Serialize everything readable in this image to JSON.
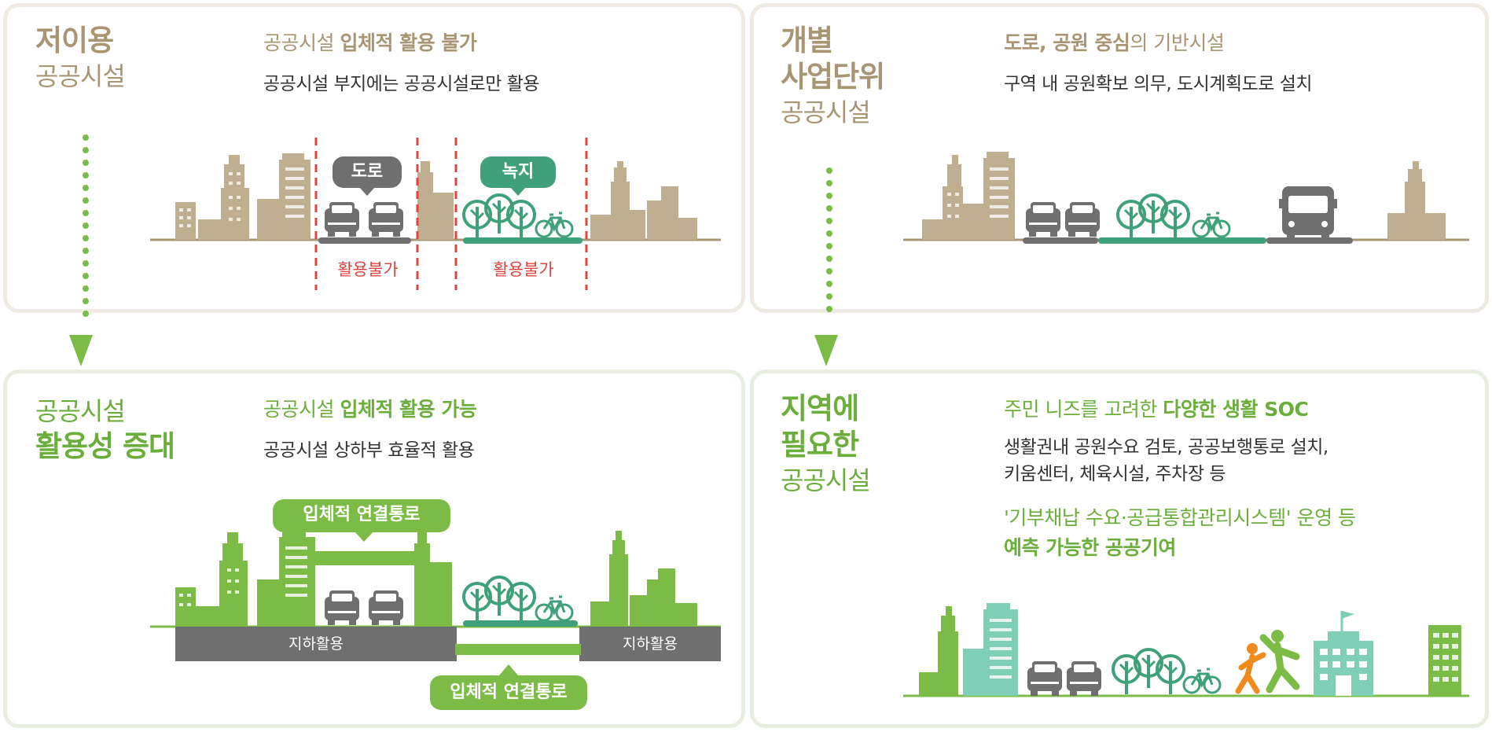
{
  "colors": {
    "tan": "#a89574",
    "tan_building": "#bfae8f",
    "green": "#6bae3c",
    "green_building": "#7dbb47",
    "teal": "#3fa07b",
    "gray": "#6f6f6f",
    "red": "#e0443e",
    "orange": "#f08a1c",
    "mint": "#7fcfb6",
    "panel_border_top": "#efebe4",
    "panel_border_bottom": "#e9efe0"
  },
  "panel1": {
    "title_main": "저이용",
    "title_sub": "공공시설",
    "heading_prefix": "공공시설 ",
    "heading_bold": "입체적 활용 불가",
    "body": "공공시설 부지에는 공공시설로만 활용",
    "bubble_road": "도로",
    "bubble_green": "녹지",
    "label_unusable_1": "활용불가",
    "label_unusable_2": "활용불가"
  },
  "panel2": {
    "title_line1": "개별",
    "title_line2": "사업단위",
    "title_sub": "공공시설",
    "heading_bold": "도로, 공원 중심",
    "heading_rest": "의 기반시설",
    "body": "구역 내 공원확보 의무, 도시계획도로 설치"
  },
  "panel3": {
    "title_sub": "공공시설",
    "title_main": "활용성 증대",
    "heading_prefix": "공공시설 ",
    "heading_bold": "입체적 활용 가능",
    "body": "공공시설 상하부 효율적 활용",
    "bridge_label_top": "입체적 연결통로",
    "bridge_label_bottom": "입체적 연결통로",
    "underground_left": "지하활용",
    "underground_right": "지하활용"
  },
  "panel4": {
    "title_line1": "지역에",
    "title_line2": "필요한",
    "title_sub": "공공시설",
    "heading_prefix": "주민 니즈를 고려한 ",
    "heading_bold": "다양한 생활 SOC",
    "body_line1": "생활권내 공원수요 검토, 공공보행통로 설치,",
    "body_line2": "키움센터, 체육시설, 주차장 등",
    "system_line": "'기부채납 수요·공급통합관리시스템' 운영 등",
    "contribution_line": "예측 가능한 공공기여"
  }
}
